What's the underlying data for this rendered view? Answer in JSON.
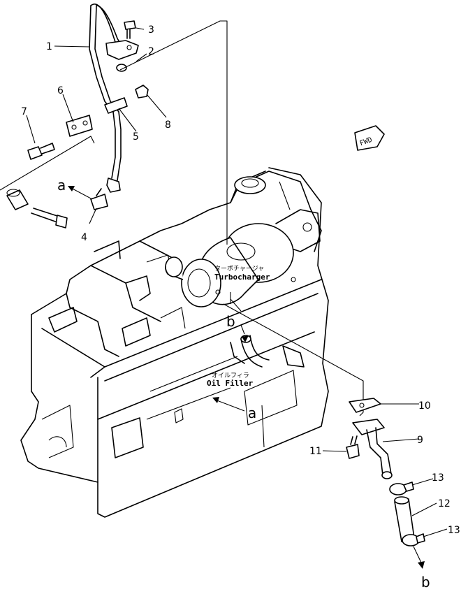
{
  "callouts": {
    "c1": "1",
    "c2": "2",
    "c3": "3",
    "c4": "4",
    "c5": "5",
    "c6": "6",
    "c7": "7",
    "c8": "8",
    "c9": "9",
    "c10": "10",
    "c11": "11",
    "c12": "12",
    "c13a": "13",
    "c13b": "13"
  },
  "refs": {
    "a_top": "a",
    "a_oil": "a",
    "b_turbo": "b",
    "b_bottom": "b"
  },
  "annotations": {
    "turbo_jp": "ターボチャージャ",
    "turbo_en": "Turbocharger",
    "oil_jp": "オイルフィラ",
    "oil_en": "Oil  Filler"
  },
  "direction": {
    "fwd": "FWD"
  }
}
